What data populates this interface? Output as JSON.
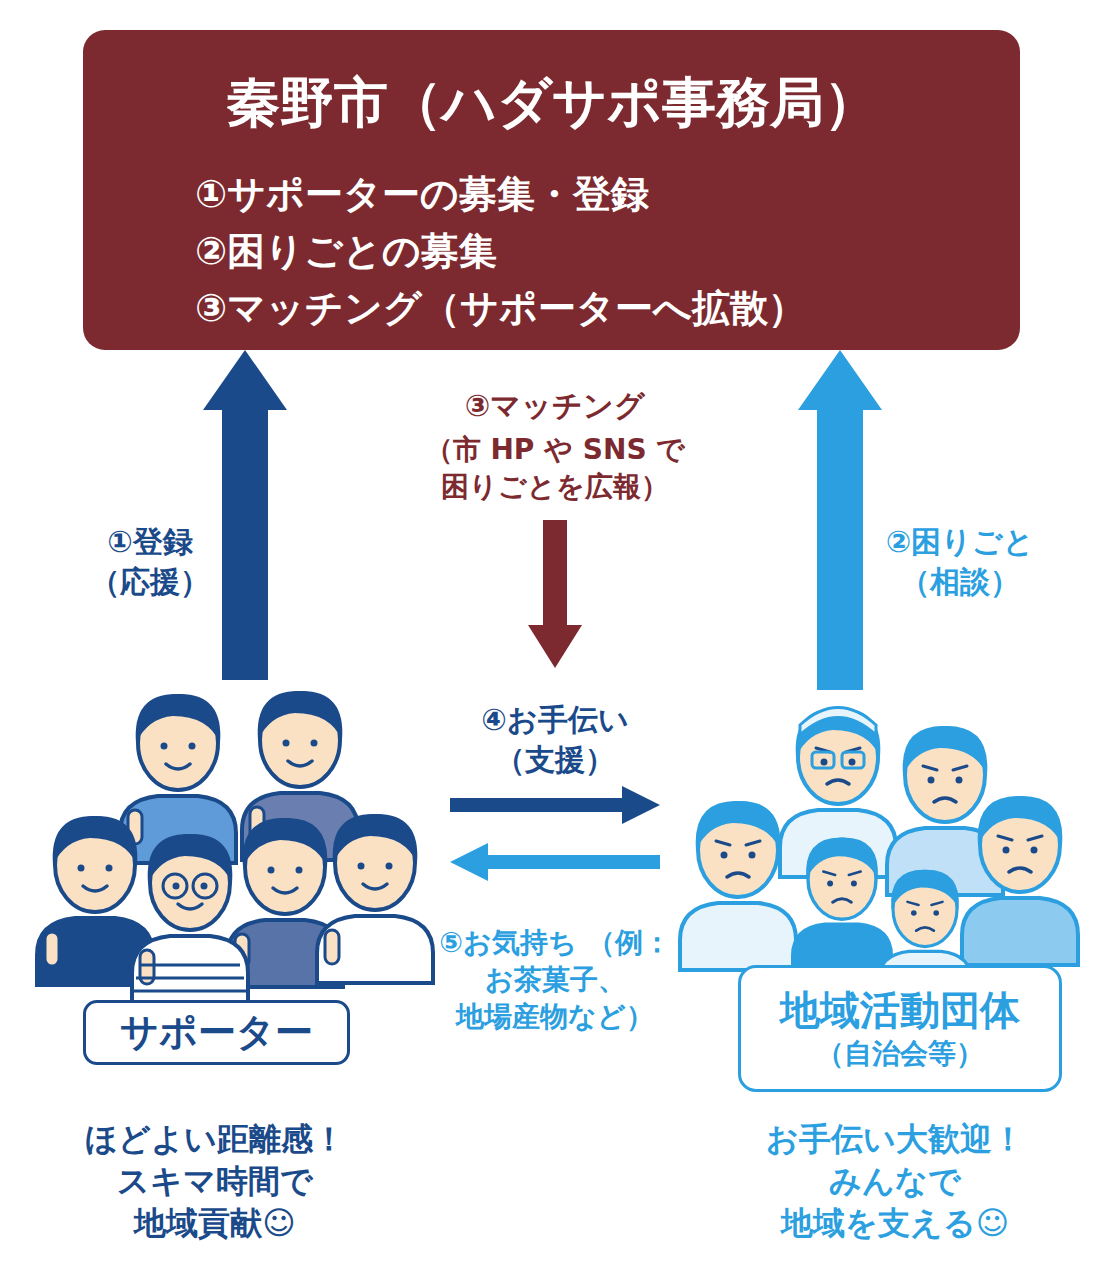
{
  "diagram": {
    "nodes": [
      {
        "text": [
          "秦野市（ハダサポ事務局）",
          "①サポーターの募集・登録",
          "②困りごとの募集",
          "③マッチング（サポーターへ拡散）"
        ]
      },
      {
        "text": [
          "サポーター"
        ]
      },
      {
        "text": [
          "地域活動団体",
          "（自治会等）"
        ]
      }
    ],
    "edges": [
      {
        "from": 1,
        "to": 0,
        "arrow": "to",
        "label": "①登録 （応援）"
      },
      {
        "from": 2,
        "to": 0,
        "arrow": "to",
        "label": "②困りごと （相談）"
      },
      {
        "from": 1,
        "to": 2,
        "arrow": "to",
        "label": "④お手伝い （支援）"
      },
      {
        "from": 2,
        "to": 1,
        "arrow": "to",
        "label": "⑤お気持ち （例：お茶菓子、 地場産物など）"
      }
    ],
    "labels": [
      "③マッチング",
      "（市 HP や SNS で 困りごとを広報）",
      "ほどよい距離感！ スキマ時間で 地域貢献☺",
      "お手伝い大歓迎！ みんなで 地域を支える☺"
    ]
  }
}
